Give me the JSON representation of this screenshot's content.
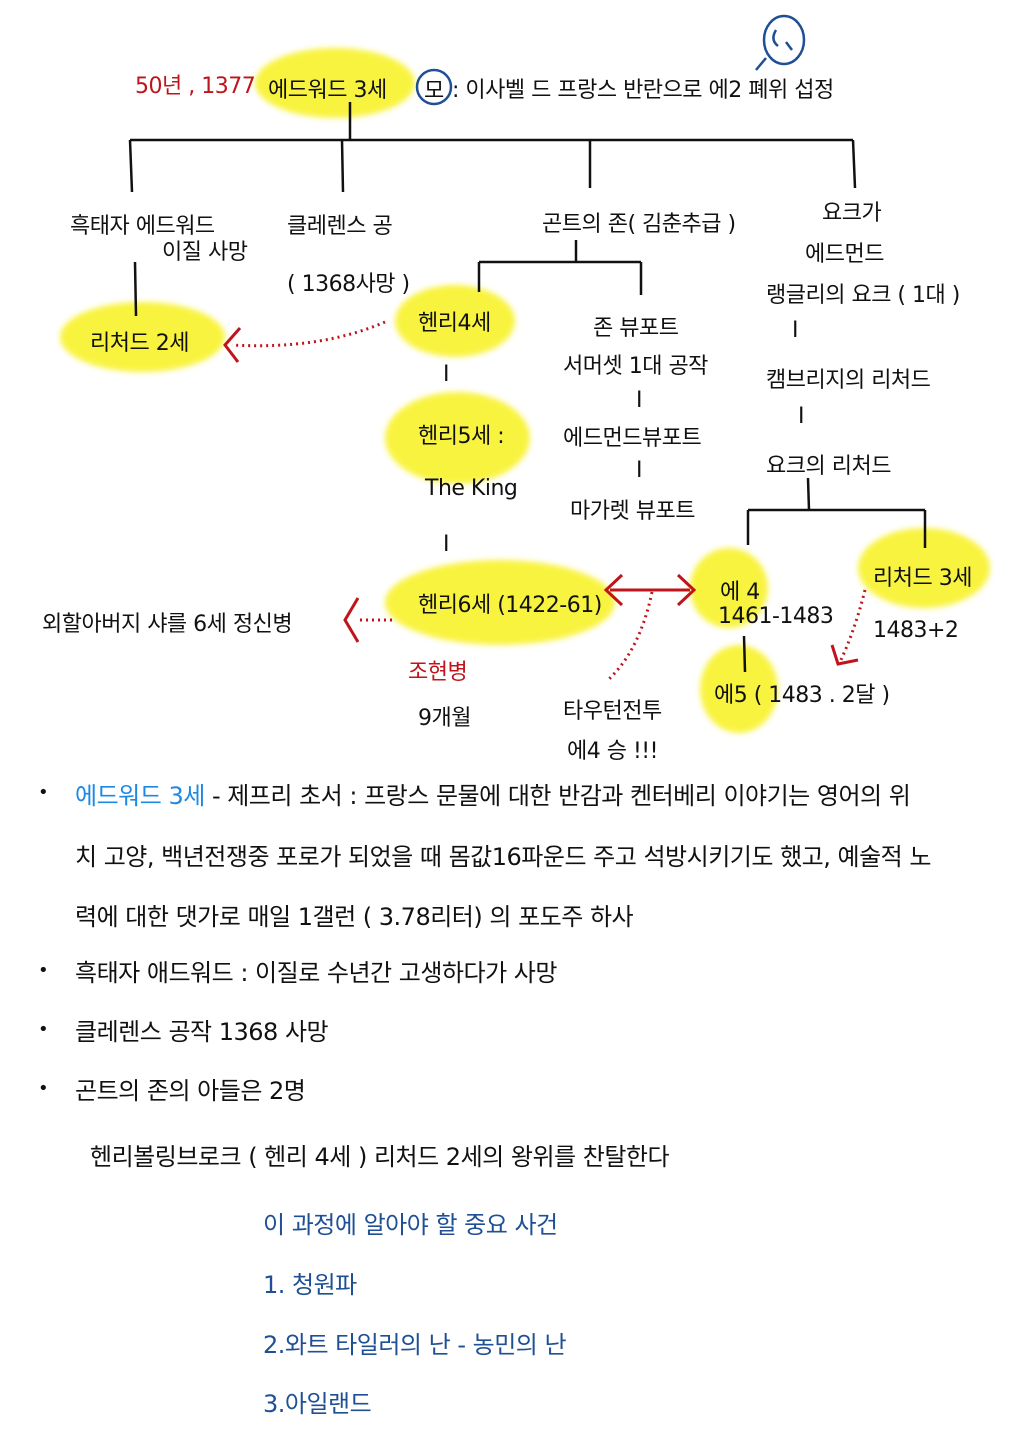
{
  "tree": {
    "root_years": "50년 , 1377",
    "root": "에드워드 3세",
    "mother_circle": "모",
    "root_note": ": 이사벨 드 프랑스 반란으로 에2 폐위  섭정",
    "black_prince": "흑태자 에드워드",
    "black_prince_note": "이질 사망",
    "clarence": "클레렌스 공",
    "clarence_note": "( 1368사망 )",
    "gaunt": "곤트의 존( 김춘추급 )",
    "york_house": "요크가",
    "edmund": "에드먼드",
    "langley": "랭글리의 요크 ( 1대 )",
    "bar": "I",
    "cambridge": "캠브리지의 리처드",
    "richard_york": "요크의 리처드",
    "richard2": "리처드 2세",
    "henry4": "헨리4세",
    "john_beaufort": "존 뷰포트",
    "somerset": "서머셋 1대 공작",
    "edmund_beaufort": "에드먼드뷰포트",
    "margaret_beaufort": "마가렛 뷰포트",
    "henry5": "헨리5세 :",
    "the_king": "The King",
    "henry6": "헨리6세 (1422-61)",
    "grandfather": "외할아버지 샤를 6세 정신병",
    "schizo": "조현병",
    "nine_months": "9개월",
    "towton": "타우턴전투",
    "e4_win": "에4 승 !!!",
    "edward4": "에 4",
    "edward4_years": "1461-1483",
    "edward5": "에5 ( 1483 . 2달 )",
    "richard3": "리처드 3세",
    "richard3_years": "1483+2"
  },
  "notes": {
    "bullet1_title": "에드워드 3세",
    "bullet1_line1": " -  제프리 초서 : 프랑스 문물에 대한 반감과 켄터베리 이야기는 영어의 위",
    "bullet1_line2": "치 고양, 백년전쟁중 포로가 되었을 때 몸값16파운드 주고 석방시키기도 했고,  예술적 노",
    "bullet1_line3": "력에 대한 댓가로 매일 1갤런 ( 3.78리터) 의 포도주 하사",
    "bullet2": "흑태자 애드워드 : 이질로 수년간 고생하다가 사망",
    "bullet3": "클레렌스 공작 1368 사망",
    "bullet4": "곤트의 존의 아들은 2명",
    "henry_line": "헨리볼링브로크  ( 헨리 4세 ) 리처드 2세의 왕위를 찬탈한다",
    "events_title": "이 과정에 알아야 할 중요 사건",
    "events": [
      "1.  청원파",
      "2.와트 타일러의 난 - 농민의 난",
      "3.아일랜드"
    ],
    "bullet_char": "•"
  },
  "colors": {
    "highlight": "#f8f22a",
    "red": "#c0141c",
    "blue": "#1e88e5",
    "navy": "#1f4f94"
  }
}
